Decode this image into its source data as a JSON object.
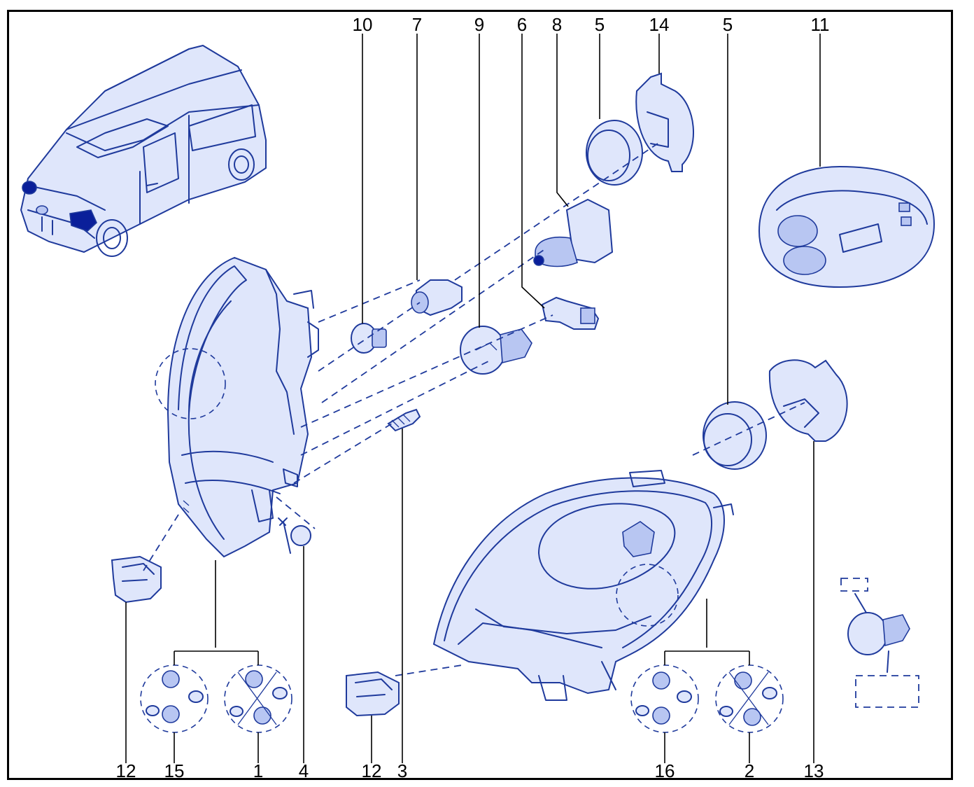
{
  "palette": {
    "ink": "#1f3a9c",
    "light": "#dfe6fb",
    "mid": "#b8c6f2",
    "dark": "#0a1f9a",
    "frame": "#000000"
  },
  "callouts": {
    "top": [
      "10",
      "7",
      "9",
      "6",
      "8",
      "5",
      "14",
      "5",
      "11"
    ],
    "bottom": [
      "12",
      "15",
      "1",
      "4",
      "12",
      "3",
      "16",
      "2",
      "13"
    ]
  }
}
